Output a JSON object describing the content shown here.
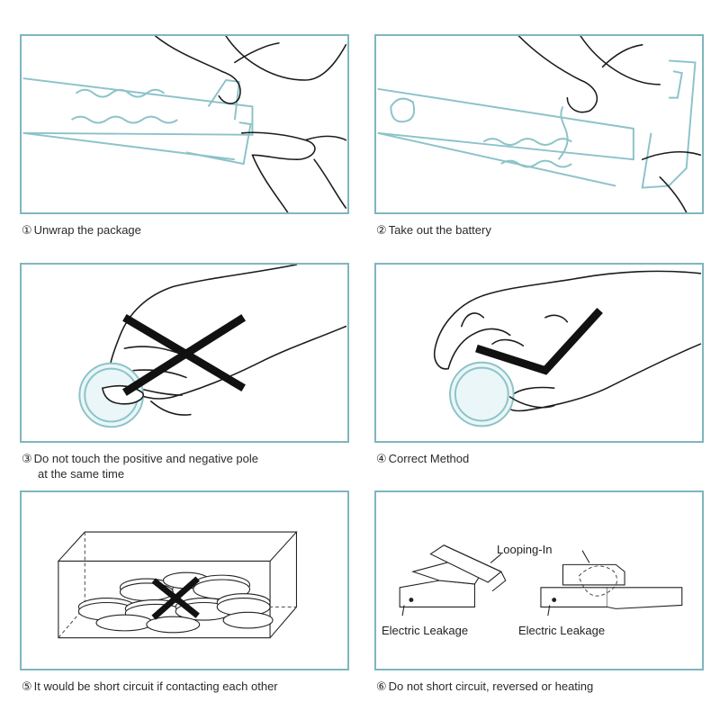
{
  "panels": [
    {
      "num": "①",
      "caption": "Unwrap the package"
    },
    {
      "num": "②",
      "caption": "Take out the battery"
    },
    {
      "num": "③",
      "caption": "Do not touch the positive and negative pole",
      "caption_line2": "at the same time"
    },
    {
      "num": "④",
      "caption": "Correct Method"
    },
    {
      "num": "⑤",
      "caption": "It would be short circuit if contacting each other"
    },
    {
      "num": "⑥",
      "caption": "Do not short circuit, reversed or heating"
    }
  ],
  "panel6_labels": {
    "looping_in": "Looping-In",
    "leakage_left": "Electric Leakage",
    "leakage_right": "Electric Leakage"
  },
  "colors": {
    "panel_border": "#7fb6be",
    "battery_outline": "#8cc3c9",
    "ink": "#1c1c1c",
    "mark": "#111111"
  },
  "icons": {
    "panel3_mark": "cross-mark-icon",
    "panel4_mark": "check-mark-icon",
    "panel5_mark": "cross-mark-icon"
  }
}
